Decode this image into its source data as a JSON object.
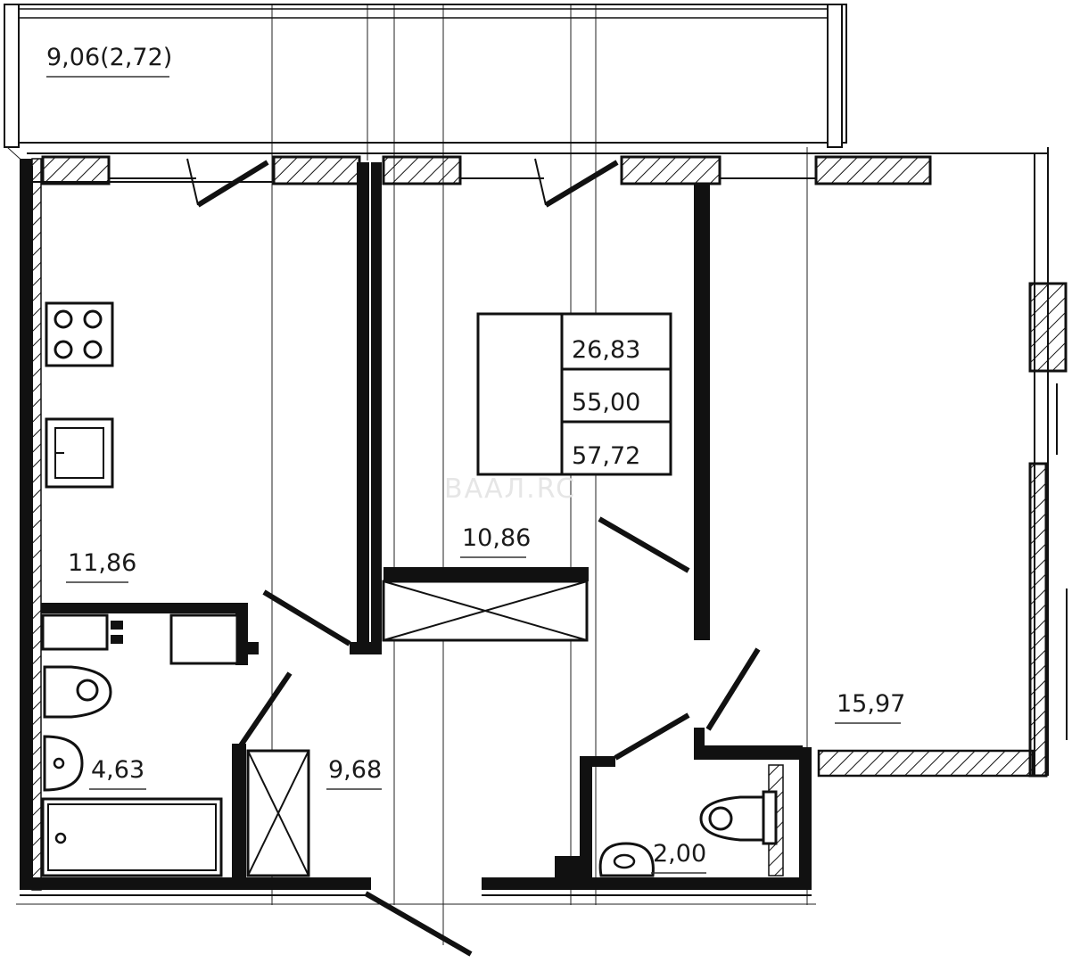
{
  "rooms": {
    "balcony": {
      "label": "9,06(2,72)"
    },
    "kitchen": {
      "label": "11,86"
    },
    "room_small": {
      "label": "10,86"
    },
    "room_large": {
      "label": "15,97"
    },
    "hall": {
      "label": "9,68"
    },
    "bathroom": {
      "label": "4,63"
    },
    "wc": {
      "label": "2,00"
    }
  },
  "summary": {
    "living_area": "26,83",
    "total_area": "55,00",
    "total_with_balcony": "57,72"
  },
  "watermark": {
    "text": "ВААЛ.RC"
  },
  "colors": {
    "line": "#111111",
    "background": "#ffffff",
    "hatch": "#111111"
  }
}
